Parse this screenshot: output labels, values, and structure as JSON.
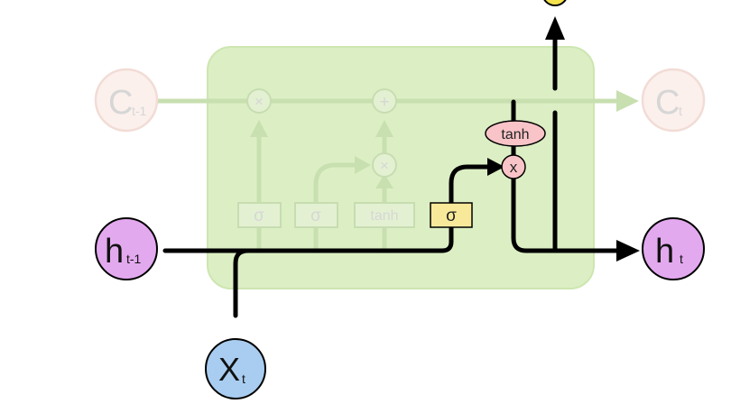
{
  "colors": {
    "cell_fill": "#dcefc4",
    "cell_stroke": "#cde6b0",
    "faded_line": "#c8dfb0",
    "faded_node_fill": "#e3f1d2",
    "faded_node_stroke": "#c7ddb1",
    "faded_text": "#d4d4d4",
    "faded_state_fill": "#fbf0ec",
    "faded_state_stroke": "#f2dcd6",
    "hidden_state_fill": "#e3a9ef",
    "input_fill": "#a9cdf0",
    "gate_fill": "#f8e99a",
    "op_fill": "#f9c4c7",
    "highlight": "#f4e34d",
    "active_line": "#000000"
  },
  "states": {
    "c_prev": {
      "main": "C",
      "sub": "t-1"
    },
    "c_next": {
      "main": "C",
      "sub": "t"
    },
    "h_prev": {
      "main": "h",
      "sub": "t-1"
    },
    "h_next": {
      "main": "h",
      "sub": "t"
    },
    "x_in": {
      "main": "X",
      "sub": "t"
    }
  },
  "faded_ops": {
    "forget_mult": "×",
    "input_add": "+",
    "input_mult": "×"
  },
  "faded_gates": {
    "forget": "σ",
    "input": "σ",
    "candidate": "tanh"
  },
  "active": {
    "output_gate": "σ",
    "tanh_op": "tanh",
    "output_mult": "x"
  }
}
